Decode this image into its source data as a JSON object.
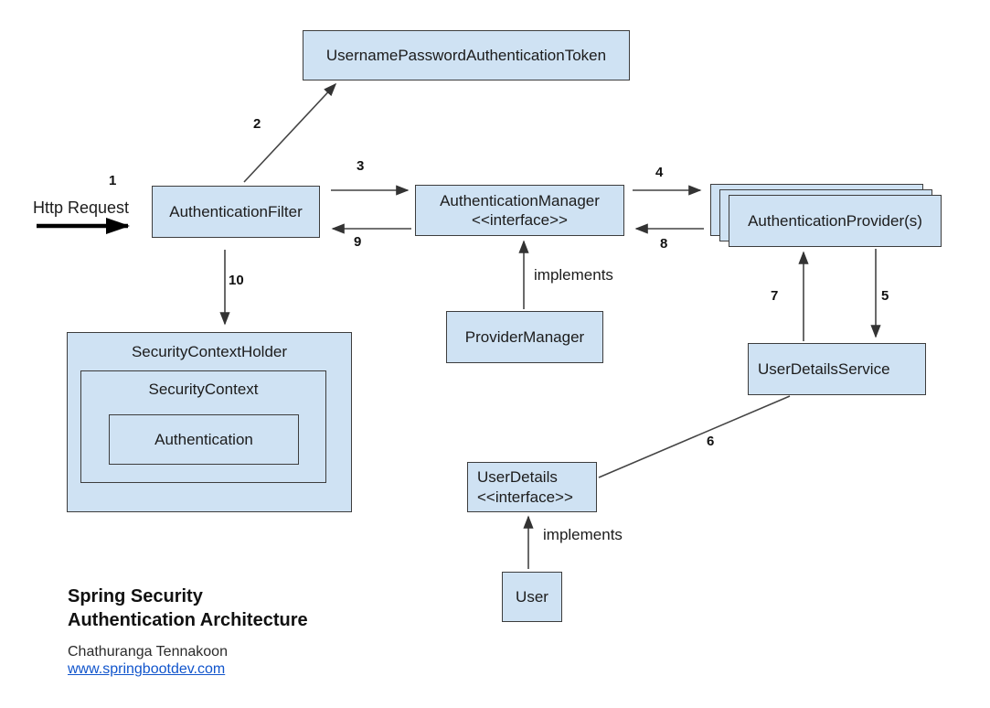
{
  "diagram": {
    "nodes": {
      "token": "UsernamePasswordAuthenticationToken",
      "filter": "AuthenticationFilter",
      "manager": {
        "name": "AuthenticationManager",
        "stereotype": "<<interface>>"
      },
      "providers": "AuthenticationProvider(s)",
      "provider_manager": "ProviderManager",
      "user_details_service": "UserDetailsService",
      "security_context_holder": "SecurityContextHolder",
      "security_context": "SecurityContext",
      "authentication": "Authentication",
      "user_details": {
        "name": "UserDetails",
        "stereotype": "<<interface>>"
      },
      "user": "User"
    },
    "labels": {
      "http_request": "Http Request",
      "implements_manager": "implements",
      "implements_user_details": "implements"
    },
    "steps": [
      "1",
      "2",
      "3",
      "4",
      "5",
      "6",
      "7",
      "8",
      "9",
      "10"
    ],
    "footer": {
      "title_line1": "Spring Security",
      "title_line2": "Authentication Architecture",
      "author": "Chathuranga Tennakoon",
      "website": "www.springbootdev.com"
    },
    "colors": {
      "box_fill": "#cfe2f3",
      "box_border": "#3d3d3d",
      "arrow": "#333333",
      "http_arrow": "#000000",
      "link": "#1155cc"
    }
  }
}
